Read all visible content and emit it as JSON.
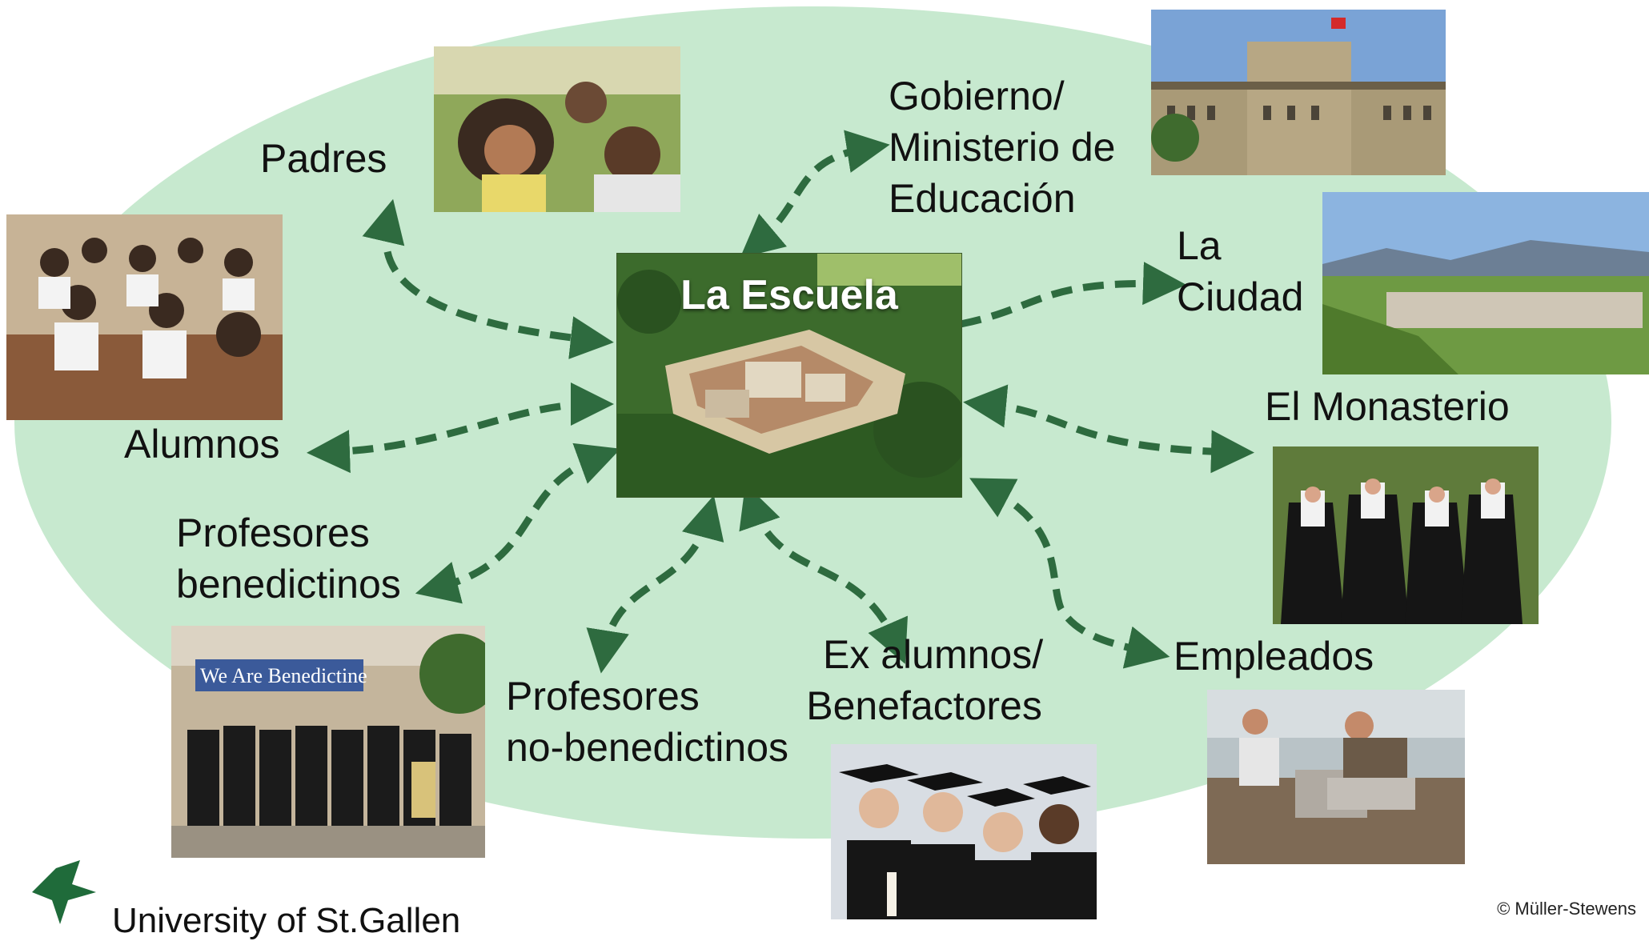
{
  "center": {
    "title": "La Escuela"
  },
  "labels": {
    "padres": "Padres",
    "gobierno": [
      "Gobierno/",
      "Ministerio de",
      "Educación"
    ],
    "ciudad": [
      "La",
      "Ciudad"
    ],
    "monasterio": "El Monasterio",
    "alumnos": "Alumnos",
    "prof_ben": [
      "Profesores",
      "benedictinos"
    ],
    "prof_noben": [
      "Profesores",
      "no-benedictinos"
    ],
    "exalumnos": [
      "Ex alumnos/",
      "Benefactores"
    ],
    "empleados": "Empleados"
  },
  "banner": "We Are Benedictine",
  "footer": {
    "university": "University of St.Gallen",
    "copyright": "© Müller-Stewens"
  },
  "colors": {
    "ellipse": "#c7e9cf",
    "arrow": "#2e6b3f"
  }
}
